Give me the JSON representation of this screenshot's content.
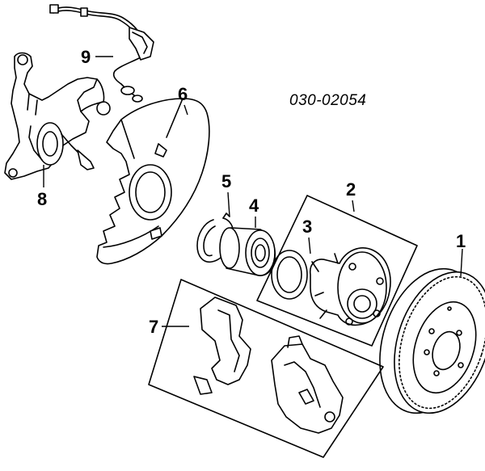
{
  "diagram": {
    "part_number": "030-02054",
    "callouts": [
      {
        "id": "1",
        "label": "1"
      },
      {
        "id": "2",
        "label": "2"
      },
      {
        "id": "3",
        "label": "3"
      },
      {
        "id": "4",
        "label": "4"
      },
      {
        "id": "5",
        "label": "5"
      },
      {
        "id": "6",
        "label": "6"
      },
      {
        "id": "7",
        "label": "7"
      },
      {
        "id": "8",
        "label": "8"
      },
      {
        "id": "9",
        "label": "9"
      }
    ],
    "colors": {
      "line": "#000000",
      "background": "#ffffff"
    }
  }
}
